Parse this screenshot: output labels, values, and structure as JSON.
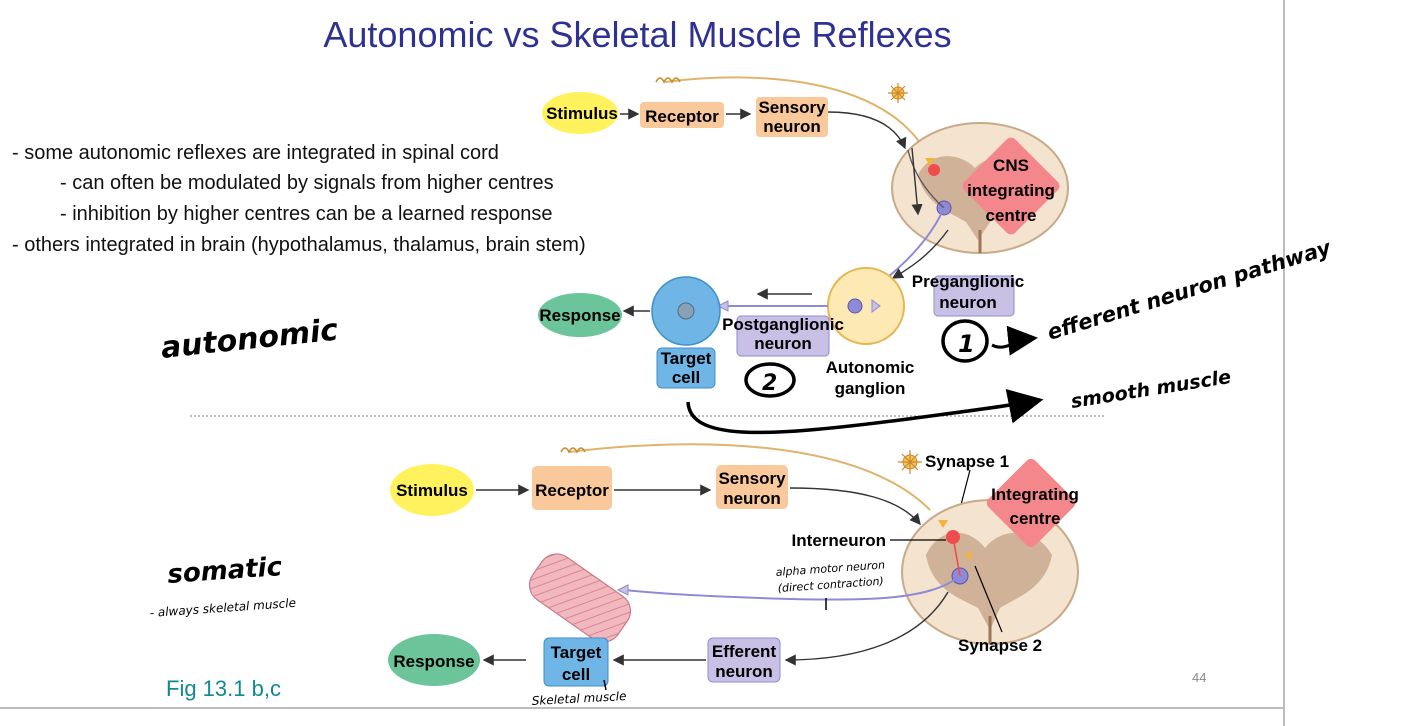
{
  "slide": {
    "title": "Autonomic vs Skeletal Muscle Reflexes",
    "bullets": [
      "- some autonomic reflexes are integrated in spinal cord",
      "- can often be modulated by signals from higher centres",
      "- inhibition by higher centres can be a learned response",
      "- others integrated in brain (hypothalamus, thalamus, brain stem)"
    ],
    "figure_caption": "Fig 13.1 b,c",
    "page_number": "44"
  },
  "autonomic": {
    "stimulus": "Stimulus",
    "receptor": "Receptor",
    "sensory_line1": "Sensory",
    "sensory_line2": "neuron",
    "cns_line1": "CNS",
    "cns_line2": "integrating",
    "cns_line3": "centre",
    "preganglionic_line1": "Preganglionic",
    "preganglionic_line2": "neuron",
    "postganglionic_line1": "Postganglionic",
    "postganglionic_line2": "neuron",
    "ganglion_line1": "Autonomic",
    "ganglion_line2": "ganglion",
    "response": "Response",
    "target_line1": "Target",
    "target_line2": "cell"
  },
  "somatic": {
    "stimulus": "Stimulus",
    "receptor": "Receptor",
    "sensory_line1": "Sensory",
    "sensory_line2": "neuron",
    "synapse1": "Synapse 1",
    "integrating_line1": "Integrating",
    "integrating_line2": "centre",
    "interneuron": "Interneuron",
    "synapse2": "Synapse 2",
    "efferent_line1": "Efferent",
    "efferent_line2": "neuron",
    "target_line1": "Target",
    "target_line2": "cell",
    "response": "Response"
  },
  "annotations": {
    "autonomic": "autonomic",
    "somatic": "somatic",
    "somatic_note": "- always skeletal muscle",
    "efferent_pathway": "efferent neuron pathway",
    "smooth_muscle": "smooth muscle",
    "circle_1": "1",
    "circle_2": "2",
    "alpha_line1": "alpha motor neuron",
    "alpha_line2": "(direct contraction)",
    "skeletal_muscle": "Skeletal muscle"
  },
  "colors": {
    "title": "#2e3192",
    "caption": "#108a8f",
    "stimulus": "#fff25c",
    "receptor": "#f9c89b",
    "neuron_box": "#c9c0e6",
    "cns_diamond": "#f4878c",
    "response": "#6cc59a",
    "target_cell": "#6fb5e6",
    "spinal_cord": "#f3e3cf",
    "grey_matter": "#b08b6a"
  }
}
